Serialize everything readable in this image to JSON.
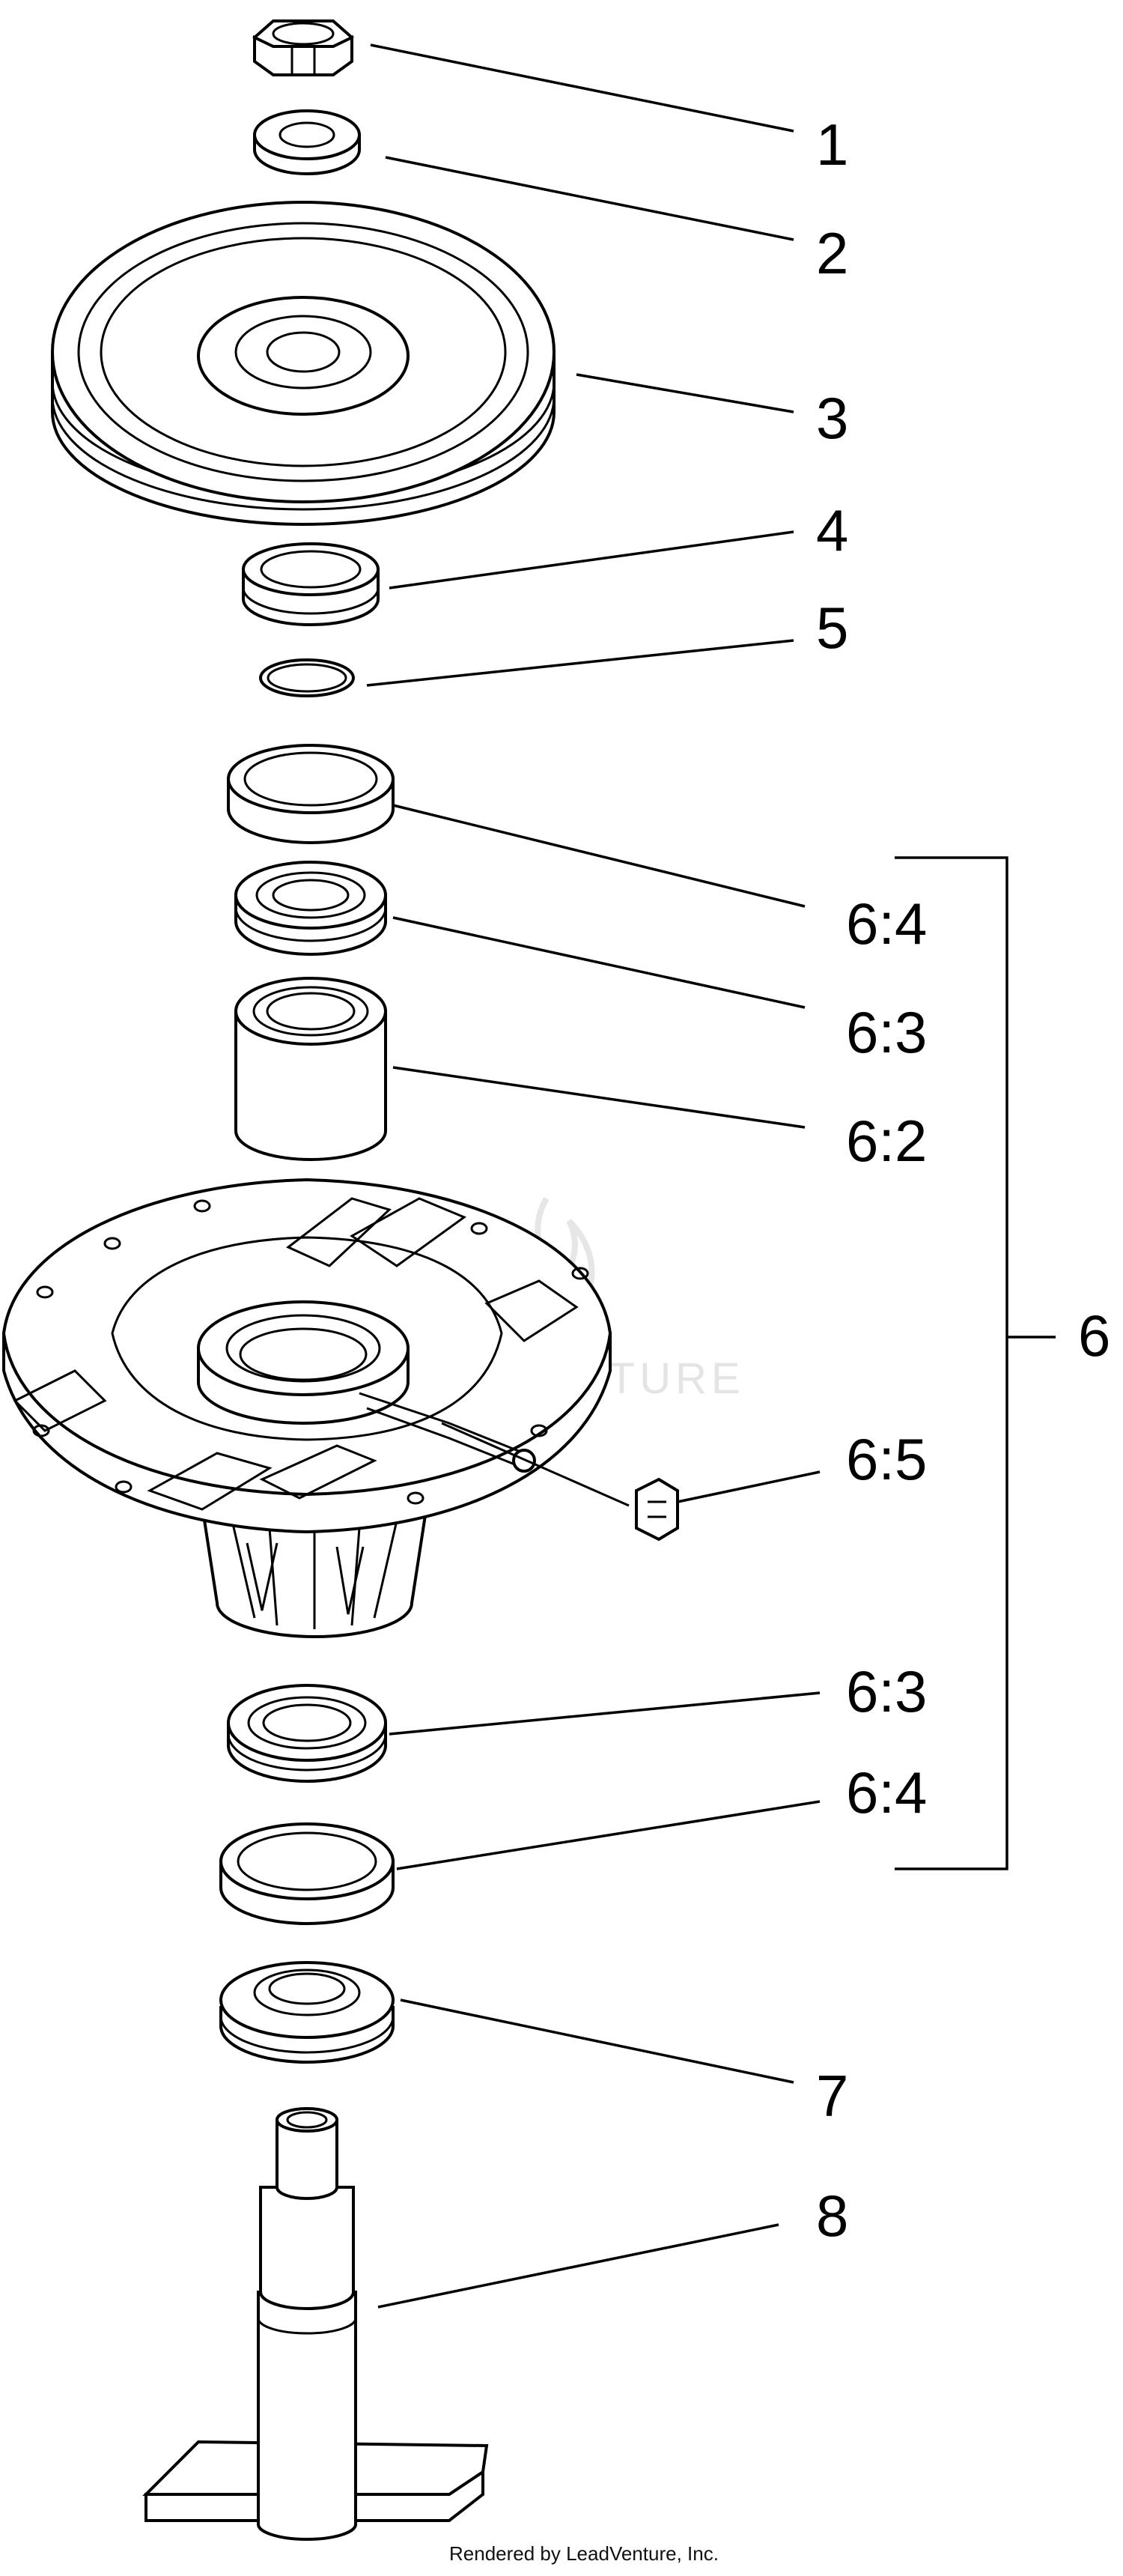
{
  "callouts": {
    "c1": "1",
    "c2": "2",
    "c3": "3",
    "c4": "4",
    "c5": "5",
    "c64a": "6:4",
    "c63a": "6:3",
    "c62": "6:2",
    "c6": "6",
    "c65": "6:5",
    "c63b": "6:3",
    "c64b": "6:4",
    "c7": "7",
    "c8": "8"
  },
  "watermark": "LEADVENTURE",
  "credit": "Rendered by LeadVenture, Inc."
}
